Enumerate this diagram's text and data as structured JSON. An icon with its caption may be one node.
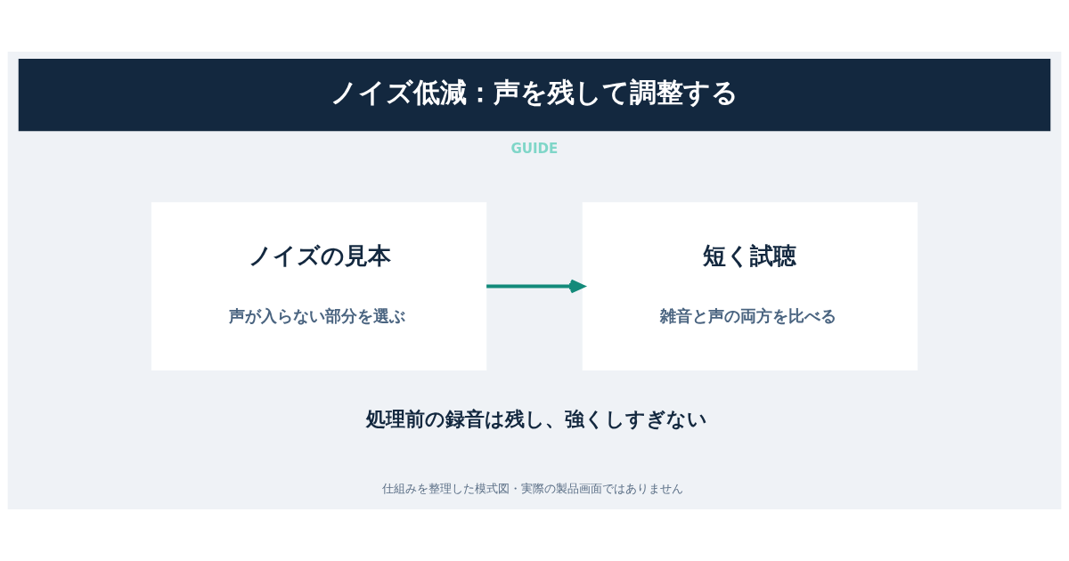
{
  "diagram": {
    "title": "ノイズ低減：声を残して調整する",
    "caption": "仕組みを整理した模式図・実際の製品画面ではありません",
    "nodes": [
      {
        "text": [
          "ノイズの見本",
          "声が入らない部分を選ぶ"
        ]
      },
      {
        "text": [
          "短く試聴",
          "雑音と声の両方を比べる"
        ]
      }
    ],
    "edges": [
      {
        "from": 0,
        "to": 1,
        "arrow": "to"
      }
    ],
    "labels": [
      "GUIDE",
      "処理前の録音は残し、強くしすぎない"
    ]
  }
}
